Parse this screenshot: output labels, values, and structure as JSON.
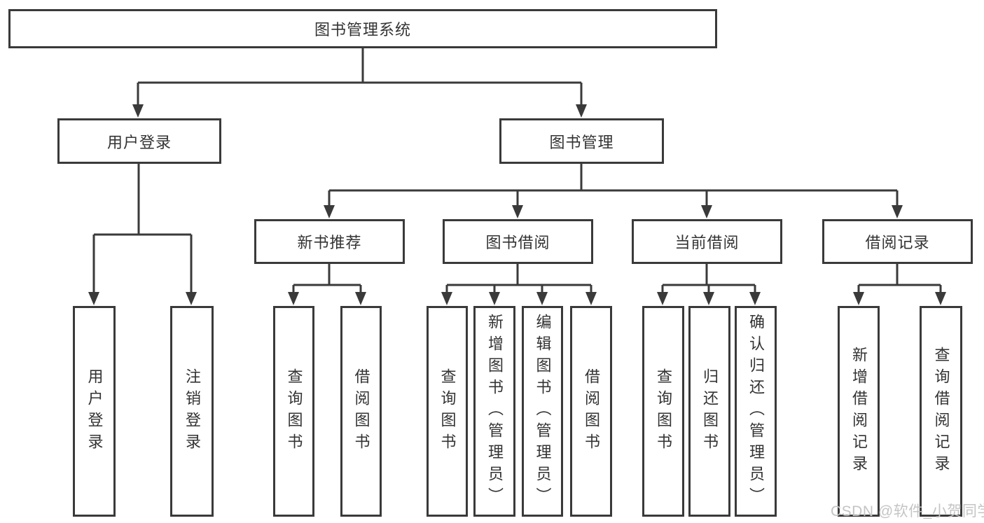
{
  "diagram": {
    "type": "tree",
    "root": {
      "label": "图书管理系统"
    },
    "branches": [
      {
        "label": "用户登录",
        "children": [
          {
            "label": "用户登录"
          },
          {
            "label": "注销登录"
          }
        ]
      },
      {
        "label": "图书管理",
        "children": [
          {
            "label": "新书推荐",
            "children": [
              {
                "label": "查询图书"
              },
              {
                "label": "借阅图书"
              }
            ]
          },
          {
            "label": "图书借阅",
            "children": [
              {
                "label": "查询图书"
              },
              {
                "label": "新增图书（管理员）"
              },
              {
                "label": "编辑图书（管理员）"
              },
              {
                "label": "借阅图书"
              }
            ]
          },
          {
            "label": "当前借阅",
            "children": [
              {
                "label": "查询图书"
              },
              {
                "label": "归还图书"
              },
              {
                "label": "确认归还（管理员）"
              }
            ]
          },
          {
            "label": "借阅记录",
            "children": [
              {
                "label": "新增借阅记录"
              },
              {
                "label": "查询借阅记录"
              }
            ]
          }
        ]
      }
    ]
  },
  "watermark": "CSDN @软件_小贺同学",
  "colors": {
    "line": "#3a3a3a",
    "border": "#3a3a3a",
    "text": "#333333",
    "watermark": "#c4c4c4",
    "background": "#ffffff"
  }
}
